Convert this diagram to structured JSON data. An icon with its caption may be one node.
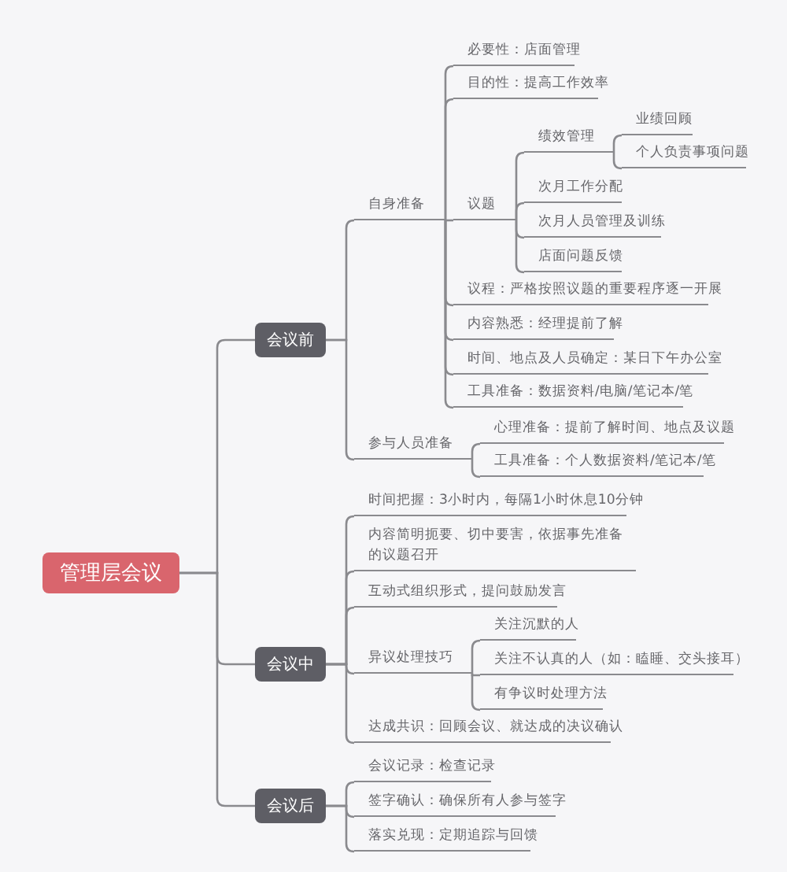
{
  "diagram": {
    "nodes": [
      {
        "text": [
          "管理层会议"
        ]
      },
      {
        "text": [
          "会议前"
        ]
      },
      {
        "text": [
          "自身准备"
        ]
      },
      {
        "text": [
          "必要性：店面管理"
        ]
      },
      {
        "text": [
          "目的性：提高工作效率"
        ]
      },
      {
        "text": [
          "议题"
        ]
      },
      {
        "text": [
          "绩效管理"
        ]
      },
      {
        "text": [
          "业绩回顾"
        ]
      },
      {
        "text": [
          "个人负责事项问题"
        ]
      },
      {
        "text": [
          "次月工作分配"
        ]
      },
      {
        "text": [
          "次月人员管理及训练"
        ]
      },
      {
        "text": [
          "店面问题反馈"
        ]
      },
      {
        "text": [
          "议程：严格按照议题的重要程序逐一开展"
        ]
      },
      {
        "text": [
          "内容熟悉：经理提前了解"
        ]
      },
      {
        "text": [
          "时间、地点及人员确定：某日下午办公室"
        ]
      },
      {
        "text": [
          "工具准备：数据资料/电脑/笔记本/笔"
        ]
      },
      {
        "text": [
          "参与人员准备"
        ]
      },
      {
        "text": [
          "心理准备：提前了解时间、地点及议题"
        ]
      },
      {
        "text": [
          "工具准备：个人数据资料/笔记本/笔"
        ]
      },
      {
        "text": [
          "会议中"
        ]
      },
      {
        "text": [
          "时间把握：3小时内，每隔1小时休息10分钟"
        ]
      },
      {
        "text": [
          "内容简明扼要、切中要害，依据事先准备的议题召开"
        ]
      },
      {
        "text": [
          "互动式组织形式，提问鼓励发言"
        ]
      },
      {
        "text": [
          "异议处理技巧"
        ]
      },
      {
        "text": [
          "关注沉默的人"
        ]
      },
      {
        "text": [
          "关注不认真的人（如：瞌睡、交头接耳）"
        ]
      },
      {
        "text": [
          "有争议时处理方法"
        ]
      },
      {
        "text": [
          "达成共识：回顾会议、就达成的决议确认"
        ]
      },
      {
        "text": [
          "会议后"
        ]
      },
      {
        "text": [
          "会议记录：检查记录"
        ]
      },
      {
        "text": [
          "签字确认：确保所有人参与签字"
        ]
      },
      {
        "text": [
          "落实兑现：定期追踪与回馈"
        ]
      }
    ],
    "edges": [
      {
        "from": 0,
        "to": 1,
        "arrow": "none"
      },
      {
        "from": 0,
        "to": 19,
        "arrow": "none"
      },
      {
        "from": 0,
        "to": 28,
        "arrow": "none"
      },
      {
        "from": 1,
        "to": 2,
        "arrow": "none"
      },
      {
        "from": 1,
        "to": 16,
        "arrow": "none"
      },
      {
        "from": 2,
        "to": 3,
        "arrow": "none"
      },
      {
        "from": 2,
        "to": 4,
        "arrow": "none"
      },
      {
        "from": 2,
        "to": 5,
        "arrow": "none"
      },
      {
        "from": 2,
        "to": 12,
        "arrow": "none"
      },
      {
        "from": 2,
        "to": 13,
        "arrow": "none"
      },
      {
        "from": 2,
        "to": 14,
        "arrow": "none"
      },
      {
        "from": 2,
        "to": 15,
        "arrow": "none"
      },
      {
        "from": 5,
        "to": 6,
        "arrow": "none"
      },
      {
        "from": 5,
        "to": 9,
        "arrow": "none"
      },
      {
        "from": 5,
        "to": 10,
        "arrow": "none"
      },
      {
        "from": 5,
        "to": 11,
        "arrow": "none"
      },
      {
        "from": 6,
        "to": 7,
        "arrow": "none"
      },
      {
        "from": 6,
        "to": 8,
        "arrow": "none"
      },
      {
        "from": 16,
        "to": 17,
        "arrow": "none"
      },
      {
        "from": 16,
        "to": 18,
        "arrow": "none"
      },
      {
        "from": 19,
        "to": 20,
        "arrow": "none"
      },
      {
        "from": 19,
        "to": 21,
        "arrow": "none"
      },
      {
        "from": 19,
        "to": 22,
        "arrow": "none"
      },
      {
        "from": 19,
        "to": 23,
        "arrow": "none"
      },
      {
        "from": 19,
        "to": 27,
        "arrow": "none"
      },
      {
        "from": 23,
        "to": 24,
        "arrow": "none"
      },
      {
        "from": 23,
        "to": 25,
        "arrow": "none"
      },
      {
        "from": 23,
        "to": 26,
        "arrow": "none"
      },
      {
        "from": 28,
        "to": 29,
        "arrow": "none"
      },
      {
        "from": 28,
        "to": 30,
        "arrow": "none"
      },
      {
        "from": 28,
        "to": 31,
        "arrow": "none"
      }
    ]
  }
}
